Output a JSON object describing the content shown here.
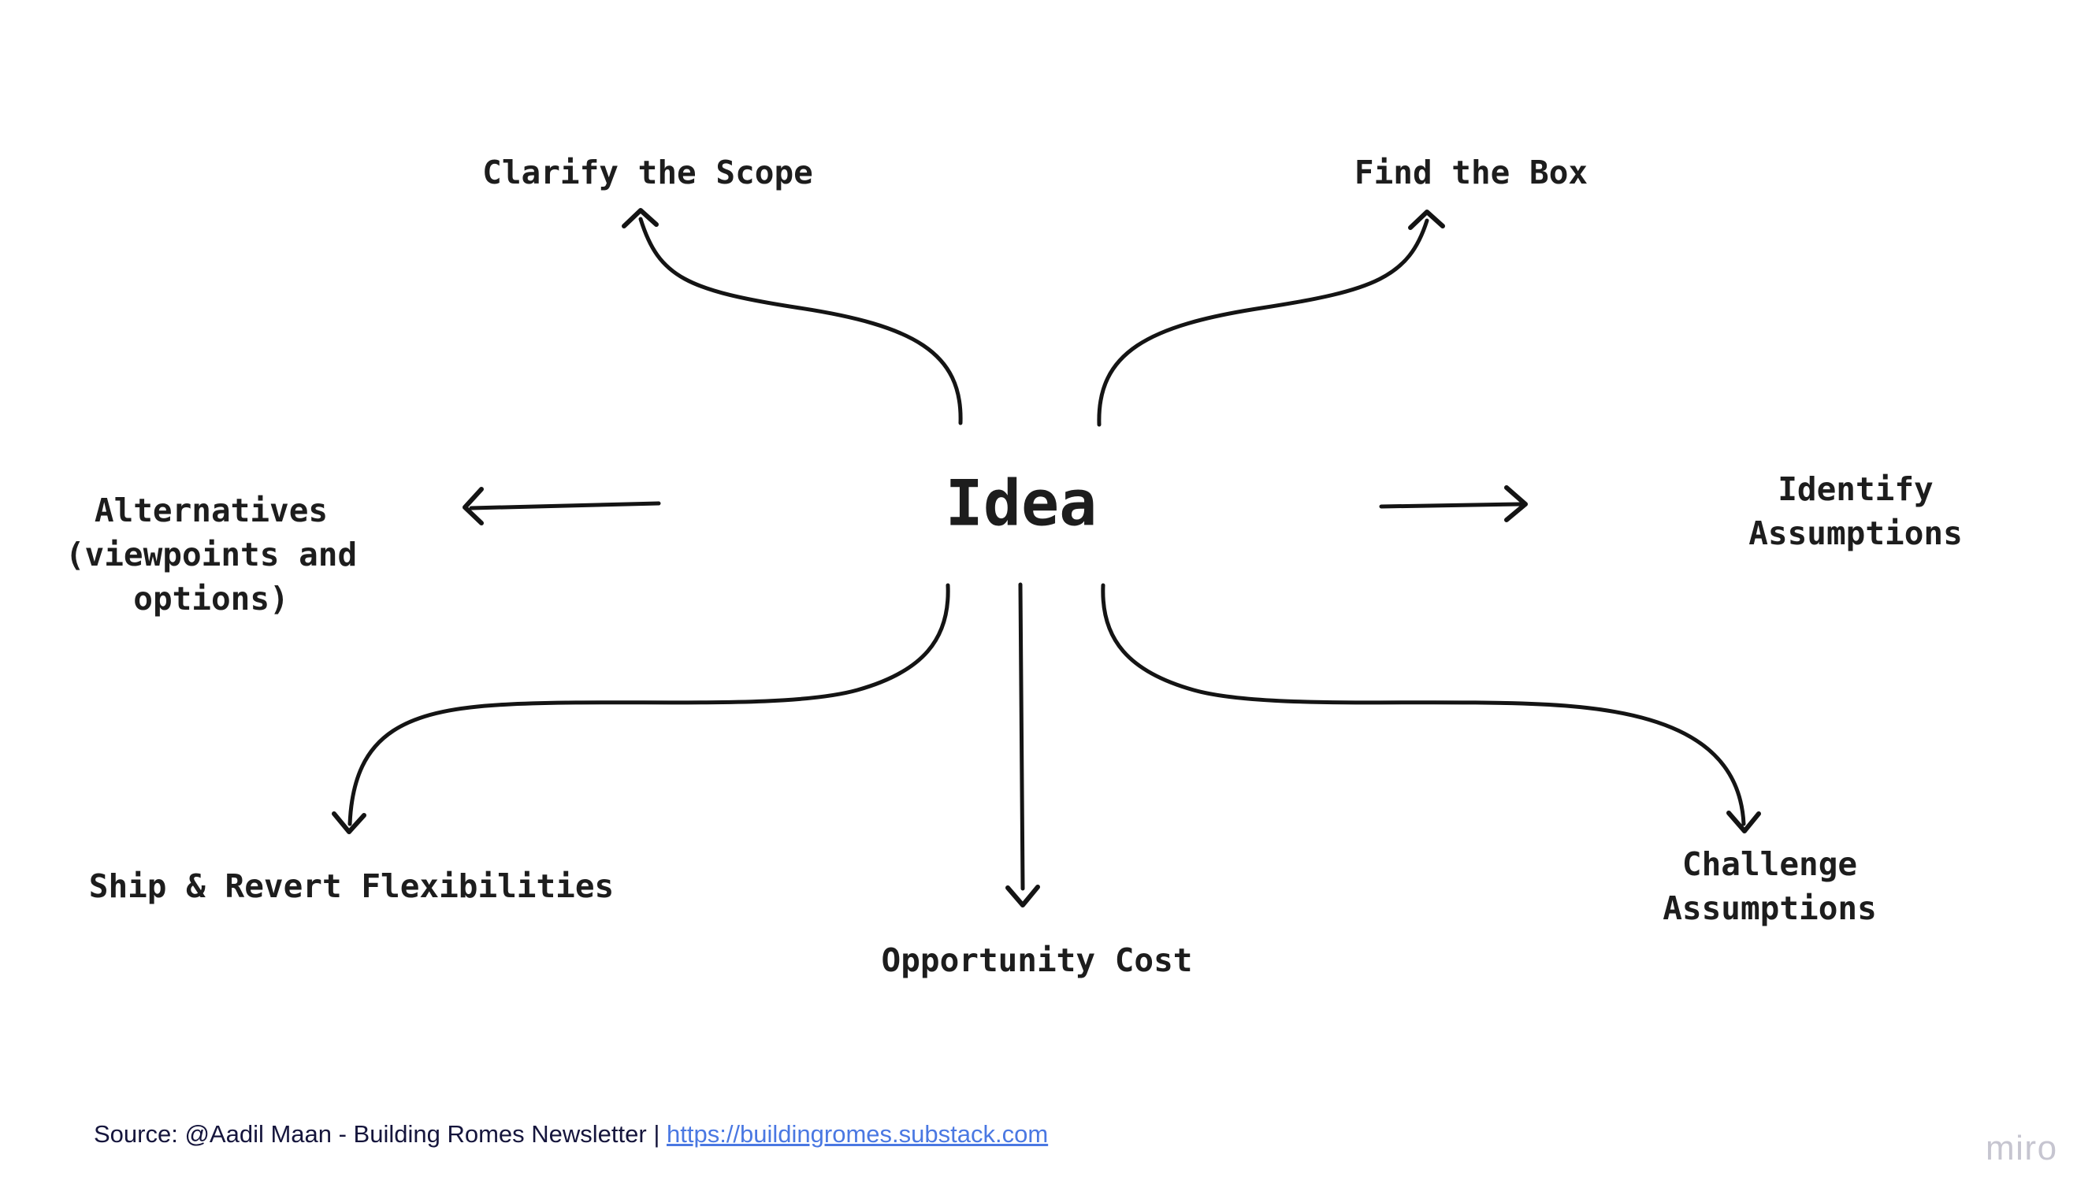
{
  "diagram": {
    "center": {
      "label": "Idea"
    },
    "nodes": [
      {
        "id": "clarify-the-scope",
        "label": "Clarify the Scope"
      },
      {
        "id": "find-the-box",
        "label": "Find the Box"
      },
      {
        "id": "alternatives",
        "label": "Alternatives\n(viewpoints and\noptions)"
      },
      {
        "id": "identify-assumptions",
        "label": "Identify Assumptions"
      },
      {
        "id": "ship-revert",
        "label": "Ship & Revert Flexibilities"
      },
      {
        "id": "challenge-assumptions",
        "label": "Challenge Assumptions"
      },
      {
        "id": "opportunity-cost",
        "label": "Opportunity Cost"
      }
    ]
  },
  "footer": {
    "source_prefix": "Source: @Aadil Maan - Building Romes Newsletter | ",
    "source_link": "https://buildingromes.substack.com",
    "watermark": "miro"
  },
  "colors": {
    "bg": "#ffffff",
    "text": "#1d1d1d",
    "line": "#141414",
    "source_text": "#15153c",
    "link": "#4a78e2",
    "watermark": "#c6c5d0"
  }
}
